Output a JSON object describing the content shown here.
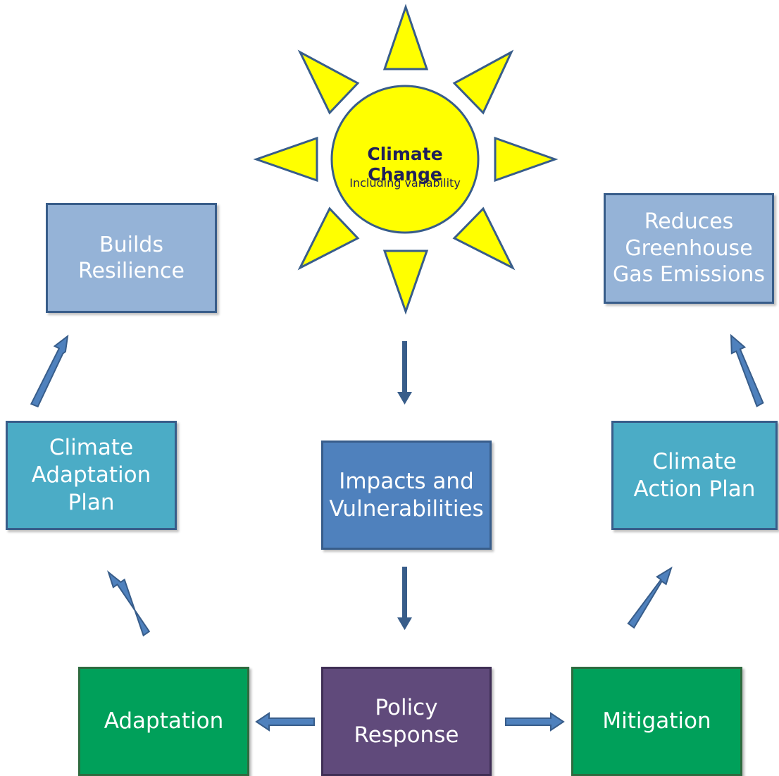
{
  "diagram": {
    "sun": {
      "title": "Climate Change",
      "subtitle": "Including variability",
      "fill": "#ffff00",
      "stroke": "#385d8a"
    },
    "nodes": {
      "builds_resilience": "Builds\nResilience",
      "reduces_emissions": "Reduces\nGreenhouse\nGas Emissions",
      "climate_adaptation_plan": "Climate\nAdaptation\nPlan",
      "impacts_vulnerabilities": "Impacts and\nVulnerabilities",
      "climate_action_plan": "Climate\nAction Plan",
      "adaptation": "Adaptation",
      "policy_response": "Policy\nResponse",
      "mitigation": "Mitigation"
    },
    "colors": {
      "outcome": "#95b3d7",
      "plan": "#4bacc6",
      "impacts": "#4f81bd",
      "action": "#00a05a",
      "policy": "#604a7b",
      "arrow": "#385d8a"
    },
    "edges": [
      {
        "from": "Climate Change",
        "to": "Impacts and Vulnerabilities"
      },
      {
        "from": "Impacts and Vulnerabilities",
        "to": "Policy Response"
      },
      {
        "from": "Policy Response",
        "to": "Adaptation"
      },
      {
        "from": "Policy Response",
        "to": "Mitigation"
      },
      {
        "from": "Adaptation",
        "to": "Climate Adaptation Plan"
      },
      {
        "from": "Climate Adaptation Plan",
        "to": "Builds Resilience"
      },
      {
        "from": "Mitigation",
        "to": "Climate Action Plan"
      },
      {
        "from": "Climate Action Plan",
        "to": "Reduces Greenhouse Gas Emissions"
      }
    ]
  }
}
